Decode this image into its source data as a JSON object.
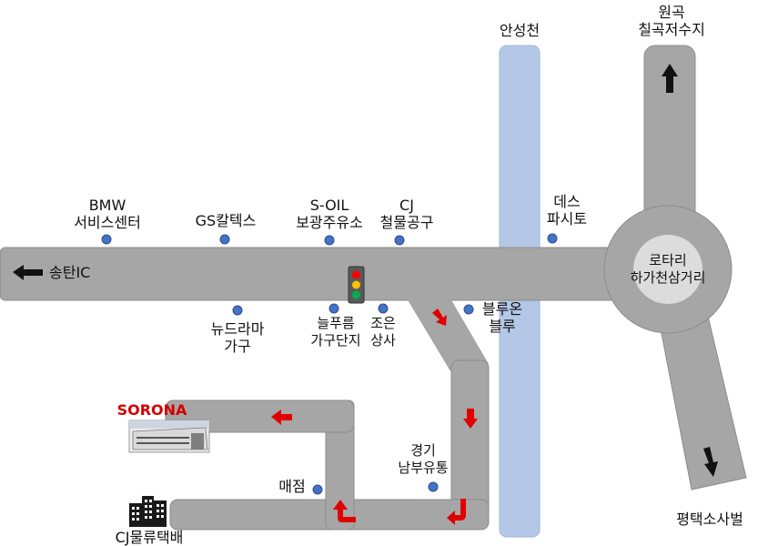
{
  "colors": {
    "road": "#a6a6a6",
    "road_edge": "#8c8c8c",
    "stream": "#b4c7e7",
    "stream_edge": "#9fb5dc",
    "poi_dot": "#4472c4",
    "arrow_red": "#e00000",
    "arrow_black": "#111111",
    "label_red": "#d40000"
  },
  "labels": {
    "stream": "안성천",
    "reservoir_1": "원곡",
    "reservoir_2": "칠곡저수지",
    "bmw_1": "BMW",
    "bmw_2": "서비스센터",
    "gs": "GS칼텍스",
    "soil_1": "S-OIL",
    "soil_2": "보광주유소",
    "cj_1": "CJ",
    "cj_2": "철물공구",
    "des_1": "데스",
    "des_2": "파시토",
    "rotary_1": "로타리",
    "rotary_2": "하가천삼거리",
    "songtan": "송탄IC",
    "nudrama_1": "뉴드라마",
    "nudrama_2": "가구",
    "neulpureum_1": "늘푸름",
    "neulpureum_2": "가구단지",
    "joeun_1": "조은",
    "joeun_2": "상사",
    "blueon_1": "블루온",
    "blueon_2": "블루",
    "sorona": "SORONA",
    "gyeonggi_1": "경기",
    "gyeonggi_2": "남부유통",
    "store": "매점",
    "cj_logistics": "CJ물류택배",
    "pyeongtaek": "평택소사벌"
  },
  "icons": {
    "traffic_light": "traffic-light-icon",
    "building": "building-icon",
    "warehouse_photo": "warehouse-photo"
  }
}
